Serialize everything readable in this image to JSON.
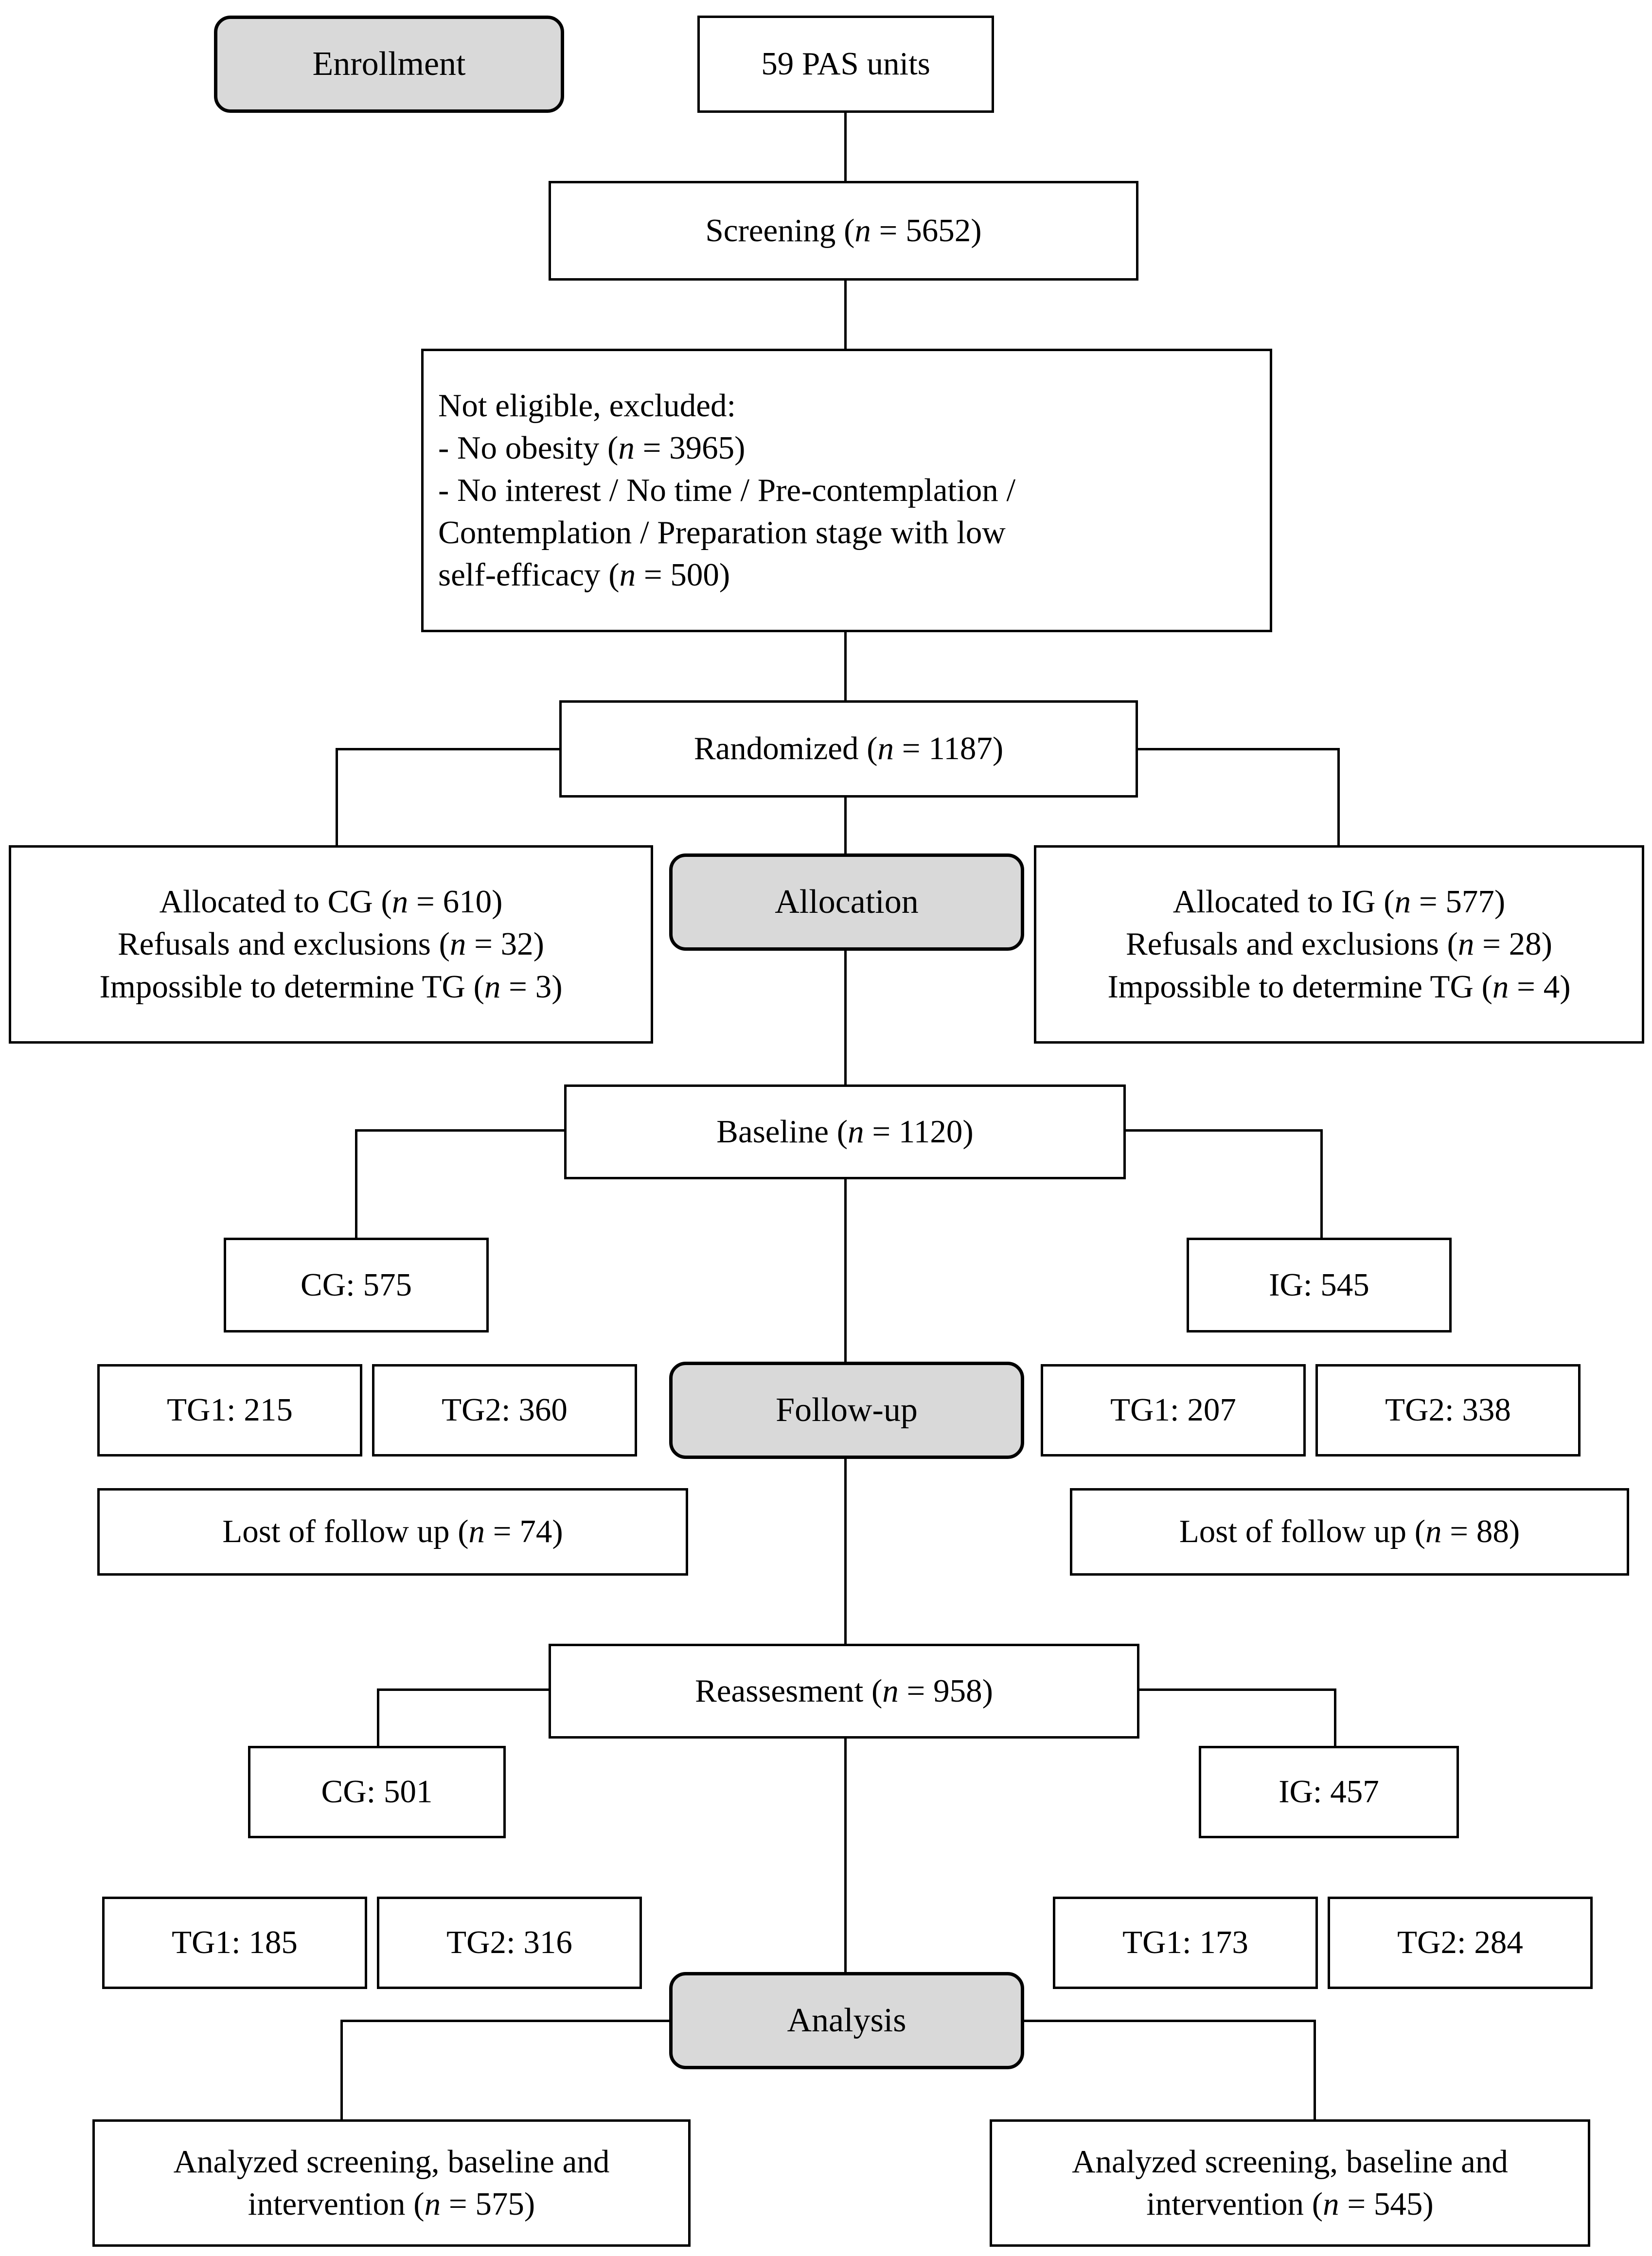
{
  "figure": {
    "type": "consort-flow-diagram",
    "title": "CONSORT participant flow diagram"
  },
  "stages": {
    "enrollment": "Enrollment",
    "allocation": "Allocation",
    "followup": "Follow-up",
    "analysis": "Analysis"
  },
  "nodes": {
    "pas_units": "59 PAS units",
    "screening": "Screening (n = 5652)",
    "excluded": {
      "line1": "Not eligible, excluded:",
      "line2": "- No obesity (n = 3965)",
      "line3": "- No interest / No time / Pre-contemplation /",
      "line4": "Contemplation / Preparation stage with low",
      "line5": "self-efficacy (n = 500)"
    },
    "randomized": "Randomized (n = 1187)",
    "alloc_cg": {
      "line1": "Allocated to CG (n = 610)",
      "line2": "Refusals and exclusions (n = 32)",
      "line3": "Impossible to determine TG (n = 3)"
    },
    "alloc_ig": {
      "line1": "Allocated to IG (n = 577)",
      "line2": "Refusals and exclusions (n = 28)",
      "line3": "Impossible to determine TG (n = 4)"
    },
    "baseline": "Baseline (n = 1120)",
    "baseline_cg": "CG: 575",
    "baseline_cg_tg1": "TG1: 215",
    "baseline_cg_tg2": "TG2: 360",
    "baseline_ig": "IG: 545",
    "baseline_ig_tg1": "TG1: 207",
    "baseline_ig_tg2": "TG2: 338",
    "lost_cg": "Lost of follow up (n = 74)",
    "lost_ig": "Lost of follow up (n = 88)",
    "reassesment": "Reassesment (n = 958)",
    "reassess_cg": "CG: 501",
    "reassess_cg_tg1": "TG1: 185",
    "reassess_cg_tg2": "TG2: 316",
    "reassess_ig": "IG: 457",
    "reassess_ig_tg1": "TG1: 173",
    "reassess_ig_tg2": "TG2: 284",
    "analyzed_cg": {
      "line1": "Analyzed  screening, baseline and",
      "line2": "intervention (n = 575)"
    },
    "analyzed_ig": {
      "line1": "Analyzed  screening, baseline and",
      "line2": "intervention (n = 545)"
    }
  },
  "colors": {
    "stage_fill": "#d9d9d9",
    "box_fill": "#ffffff",
    "stroke": "#000000"
  },
  "chart_data": {
    "type": "flowchart",
    "title": "CONSORT flow of participants",
    "stages": [
      "Enrollment",
      "Allocation",
      "Follow-up",
      "Analysis"
    ],
    "counts": {
      "pas_units": 59,
      "screened": 5652,
      "excluded_no_obesity": 3965,
      "excluded_stage_low_self_efficacy": 500,
      "randomized": 1187,
      "allocated_cg": 610,
      "cg_refusals_exclusions": 32,
      "cg_impossible_determine_tg": 3,
      "allocated_ig": 577,
      "ig_refusals_exclusions": 28,
      "ig_impossible_determine_tg": 4,
      "baseline_total": 1120,
      "baseline_cg": 575,
      "baseline_cg_tg1": 215,
      "baseline_cg_tg2": 360,
      "baseline_ig": 545,
      "baseline_ig_tg1": 207,
      "baseline_ig_tg2": 338,
      "lost_followup_cg": 74,
      "lost_followup_ig": 88,
      "reassessed_total": 958,
      "reassessed_cg": 501,
      "reassessed_cg_tg1": 185,
      "reassessed_cg_tg2": 316,
      "reassessed_ig": 457,
      "reassessed_ig_tg1": 173,
      "reassessed_ig_tg2": 284,
      "analyzed_cg": 575,
      "analyzed_ig": 545
    }
  }
}
